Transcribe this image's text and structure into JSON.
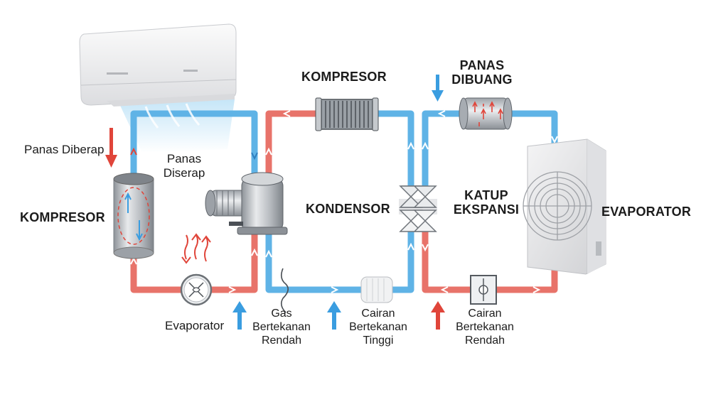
{
  "labels": {
    "panas_diberap": "Panas Diberap",
    "panas_diserap_1": "Panas",
    "panas_diserap_2": "Diserap",
    "kompresor_left": "KOMPRESOR",
    "kompresor_top": "KOMPRESOR",
    "kondensor": "KONDENSOR",
    "panas_dibuang_1": "PANAS",
    "panas_dibuang_2": "DIBUANG",
    "katup_1": "KATUP",
    "katup_2": "EKSPANSI",
    "evaporator_right": "EVAPORATOR",
    "evaporator_left": "Evaporator",
    "gas_1": "Gas",
    "gas_2": "Bertekanan",
    "gas_3": "Rendah",
    "cairan_tinggi_1": "Cairan",
    "cairan_tinggi_2": "Bertekanan",
    "cairan_tinggi_3": "Tinggi",
    "cairan_rendah_1": "Cairan",
    "cairan_rendah_2": "Bertekanan",
    "cairan_rendah_3": "Rendah"
  },
  "colors": {
    "cold_pipe": "#5fb3e6",
    "hot_pipe": "#e8736a",
    "cold_arrow": "#3a9de0",
    "hot_arrow": "#e0453a",
    "metal": "#b8bcc2"
  }
}
